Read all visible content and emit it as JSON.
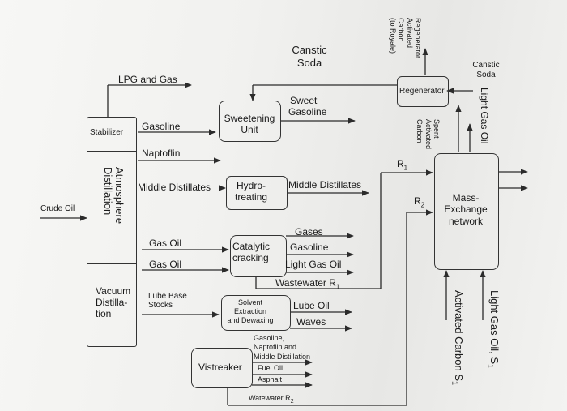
{
  "units": {
    "stabilizer": "Stabilizer",
    "atmospheric_distillation": "Atmosphere Distillation",
    "vacuum_distillation": [
      "Vacuum",
      "Distilla-",
      "tion"
    ],
    "sweetening_unit": [
      "Sweetening",
      "Unit"
    ],
    "hydrotreating": [
      "Hydro-",
      "treating"
    ],
    "catalytic_cracking": [
      "Catalytic",
      "cracking"
    ],
    "solvent_extraction": [
      "Solvent",
      "Extraction",
      "and Dewaxing"
    ],
    "visbreaker": "Vistreaker",
    "regenerator": "Regenerator",
    "mass_exchange_network": [
      "Mass-",
      "Exchange",
      "network"
    ]
  },
  "streams": {
    "crude_oil": "Crude Oil",
    "lpg_and_gas": "LPG and Gas",
    "gasoline": "Gasoline",
    "naptoflin": "Naptoflin",
    "middle_distillates_in": "Middle Distillates",
    "middle_distillates_out": "Middle Distillates",
    "gas_oil_1": "Gas Oil",
    "gas_oil_2": "Gas Oil",
    "lube_base_stocks": [
      "Lube Base",
      "Stocks"
    ],
    "caustic_soda_top": [
      "Canstic",
      "Soda"
    ],
    "sweet_gasoline": [
      "Sweet",
      "Gasoline"
    ],
    "gases": "Gases",
    "cc_gasoline": "Gasoline",
    "light_gas_oil_cc": "Light Gas Oil",
    "wastewater_r1": "Wastewater R",
    "wastewater_r1_sub": "1",
    "lube_oil": "Lube Oil",
    "waves": "Waves",
    "vis_products": [
      "Gasoline,",
      "Naptoflin and",
      "Middle Distillation"
    ],
    "fuel_oil": "Fuel Oil",
    "asphalt": "Asphalt",
    "wastewater_r2": "Watewater R",
    "wastewater_r2_sub": "2",
    "regenerated_carbon": [
      "Regenerator",
      "Activated",
      "Carbon",
      "(to Royale)"
    ],
    "caustic_soda_right": [
      "Canstic",
      "Soda"
    ],
    "light_gas_oil_right": "Light Gas Oil",
    "spent_carbon": [
      "Spent",
      "Activated",
      "Carbon"
    ],
    "r1_label": "R",
    "r1_sub": "1",
    "r2_label": "R",
    "r2_sub": "2",
    "light_gas_oil_s1": "Light Gas Oil, S",
    "light_gas_oil_s1_sub": "1",
    "activated_carbon_s1": "Activated Carbon S",
    "activated_carbon_s1_sub": "1"
  },
  "colors": {
    "line": "#2b2b2b",
    "paper": "#f3f3f1"
  }
}
